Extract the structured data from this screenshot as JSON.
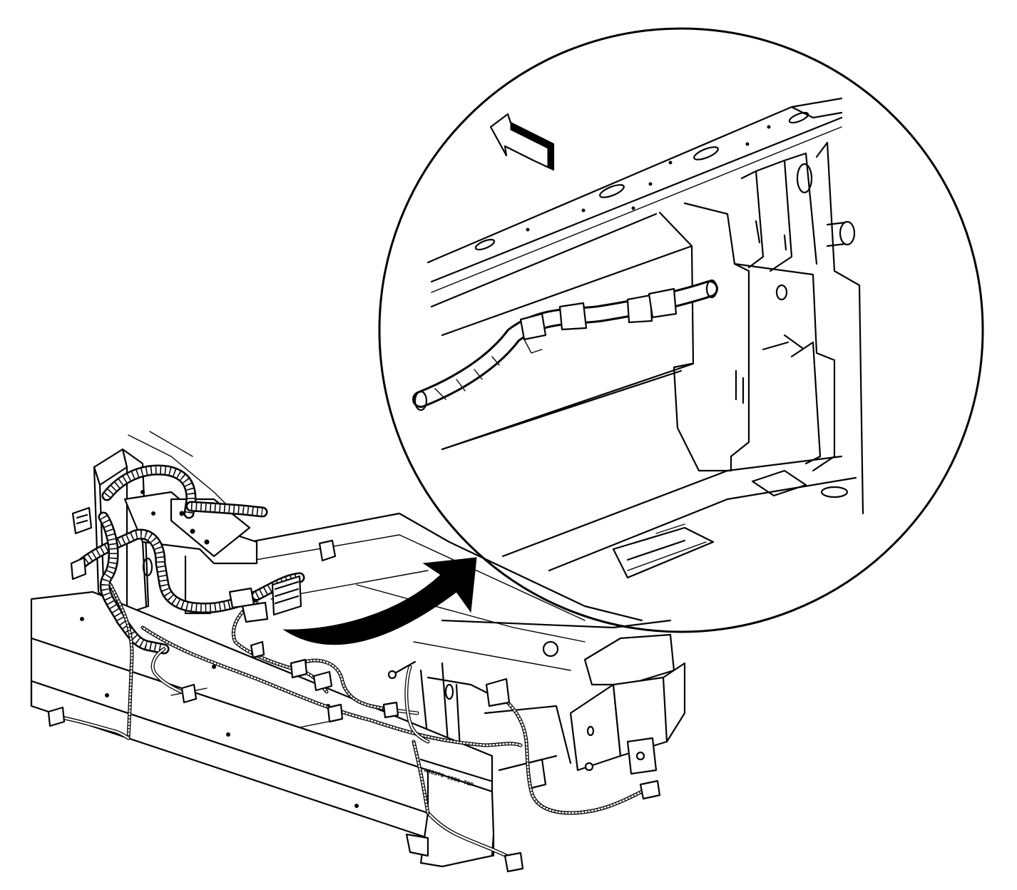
{
  "diagram": {
    "bumper_label": "ARGSTO 1981 TOP",
    "colors": {
      "line": "#000000",
      "background": "#ffffff"
    },
    "parts": [
      "front-bumper-impact-bar",
      "radiator-support",
      "wiring-harness",
      "harness-connectors",
      "detail-view-circle",
      "transition-arrow",
      "direction-arrow"
    ]
  }
}
